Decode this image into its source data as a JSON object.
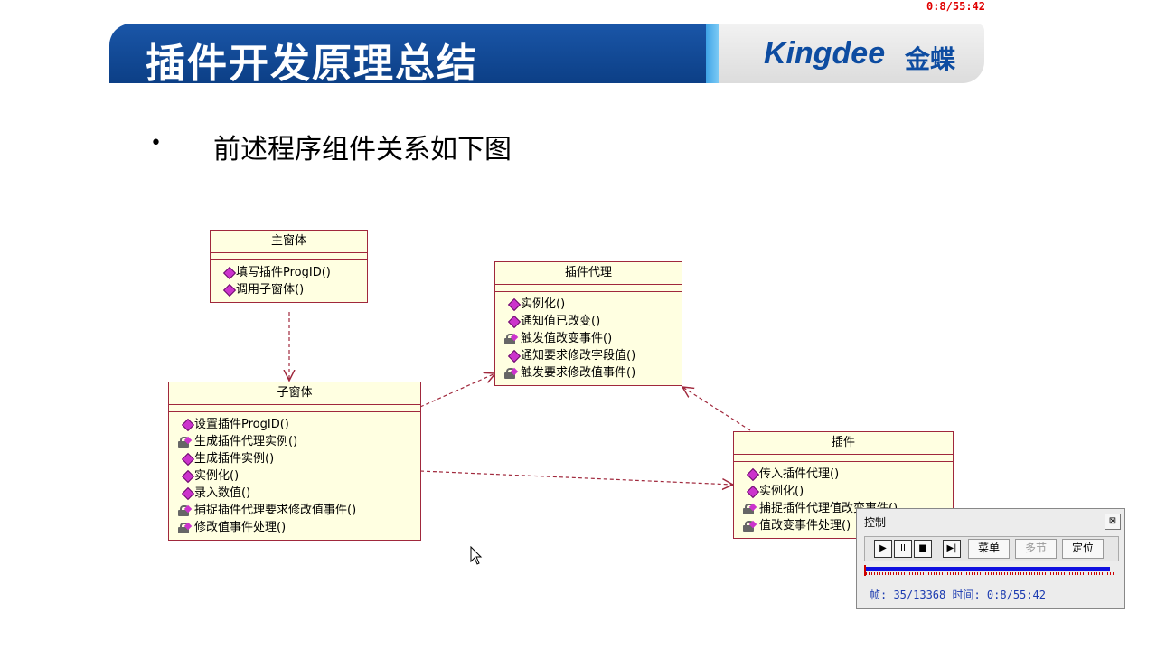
{
  "timer": "0:8/55:42",
  "banner": {
    "title": "插件开发原理总结",
    "logo_text": "Kingdee",
    "logo_cn": "金蝶"
  },
  "bullet": {
    "symbol": "•",
    "text": "前述程序组件关系如下图"
  },
  "diagram": {
    "main_window": {
      "title": "主窗体",
      "ops": [
        {
          "label": "填写插件ProgID()",
          "visibility": "public"
        },
        {
          "label": "调用子窗体()",
          "visibility": "public"
        }
      ]
    },
    "plugin_proxy": {
      "title": "插件代理",
      "ops": [
        {
          "label": "实例化()",
          "visibility": "public"
        },
        {
          "label": "通知值已改变()",
          "visibility": "public"
        },
        {
          "label": "触发值改变事件()",
          "visibility": "protected"
        },
        {
          "label": "通知要求修改字段值()",
          "visibility": "public"
        },
        {
          "label": "触发要求修改值事件()",
          "visibility": "protected"
        }
      ]
    },
    "child_window": {
      "title": "子窗体",
      "ops": [
        {
          "label": "设置插件ProgID()",
          "visibility": "public"
        },
        {
          "label": "生成插件代理实例()",
          "visibility": "protected"
        },
        {
          "label": "生成插件实例()",
          "visibility": "public"
        },
        {
          "label": "实例化()",
          "visibility": "public"
        },
        {
          "label": "录入数值()",
          "visibility": "public"
        },
        {
          "label": "捕捉插件代理要求修改值事件()",
          "visibility": "protected"
        },
        {
          "label": "修改值事件处理()",
          "visibility": "protected"
        }
      ]
    },
    "plugin": {
      "title": "插件",
      "ops": [
        {
          "label": "传入插件代理()",
          "visibility": "public"
        },
        {
          "label": "实例化()",
          "visibility": "public"
        },
        {
          "label": "捕捉插件代理值改变事件()",
          "visibility": "protected"
        },
        {
          "label": "值改变事件处理()",
          "visibility": "protected"
        }
      ]
    }
  },
  "control_panel": {
    "title": "控制",
    "close": "⊠",
    "buttons": {
      "play": "▶",
      "pause": "II",
      "stop": "■",
      "step": "▶|",
      "menu": "菜单",
      "multi": "多节",
      "locate": "定位"
    },
    "progress_fraction": 0.994,
    "status": "帧: 35/13368 时间: 0:8/55:42"
  },
  "colors": {
    "banner_blue": "#0c3f86",
    "uml_fill": "#ffffe1",
    "uml_border": "#a0283c",
    "public_icon": "#cc33cc"
  }
}
